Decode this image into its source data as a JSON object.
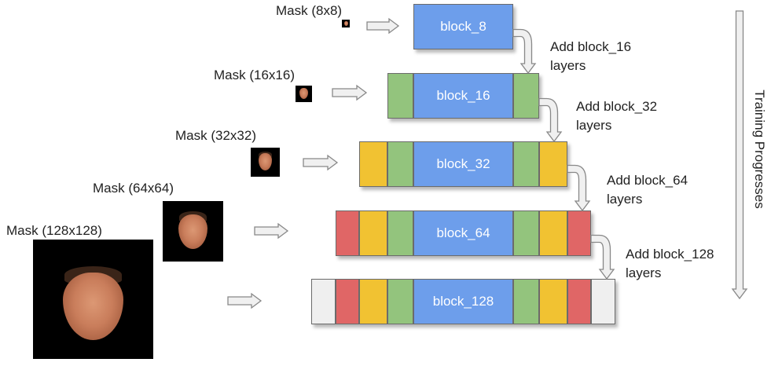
{
  "masks": [
    {
      "id": "mask-8",
      "label": "Mask (8x8)"
    },
    {
      "id": "mask-16",
      "label": "Mask (16x16)"
    },
    {
      "id": "mask-32",
      "label": "Mask (32x32)"
    },
    {
      "id": "mask-64",
      "label": "Mask (64x64)"
    },
    {
      "id": "mask-128",
      "label": "Mask (128x128)"
    }
  ],
  "blocks": [
    {
      "label": "block_8"
    },
    {
      "label": "block_16"
    },
    {
      "label": "block_32"
    },
    {
      "label": "block_64"
    },
    {
      "label": "block_128"
    }
  ],
  "add_labels": [
    {
      "line1": "Add block_16",
      "line2": "layers"
    },
    {
      "line1": "Add block_32",
      "line2": "layers"
    },
    {
      "line1": "Add block_64",
      "line2": "layers"
    },
    {
      "line1": "Add block_128",
      "line2": "layers"
    }
  ],
  "side_label": "Training Progresses",
  "colors": {
    "blue": "#6d9eeb",
    "green": "#93c47d",
    "yellow": "#f1c232",
    "red": "#e06666",
    "light": "#efefef",
    "arrow_fill": "#f0f0f0",
    "arrow_stroke": "#888888"
  }
}
